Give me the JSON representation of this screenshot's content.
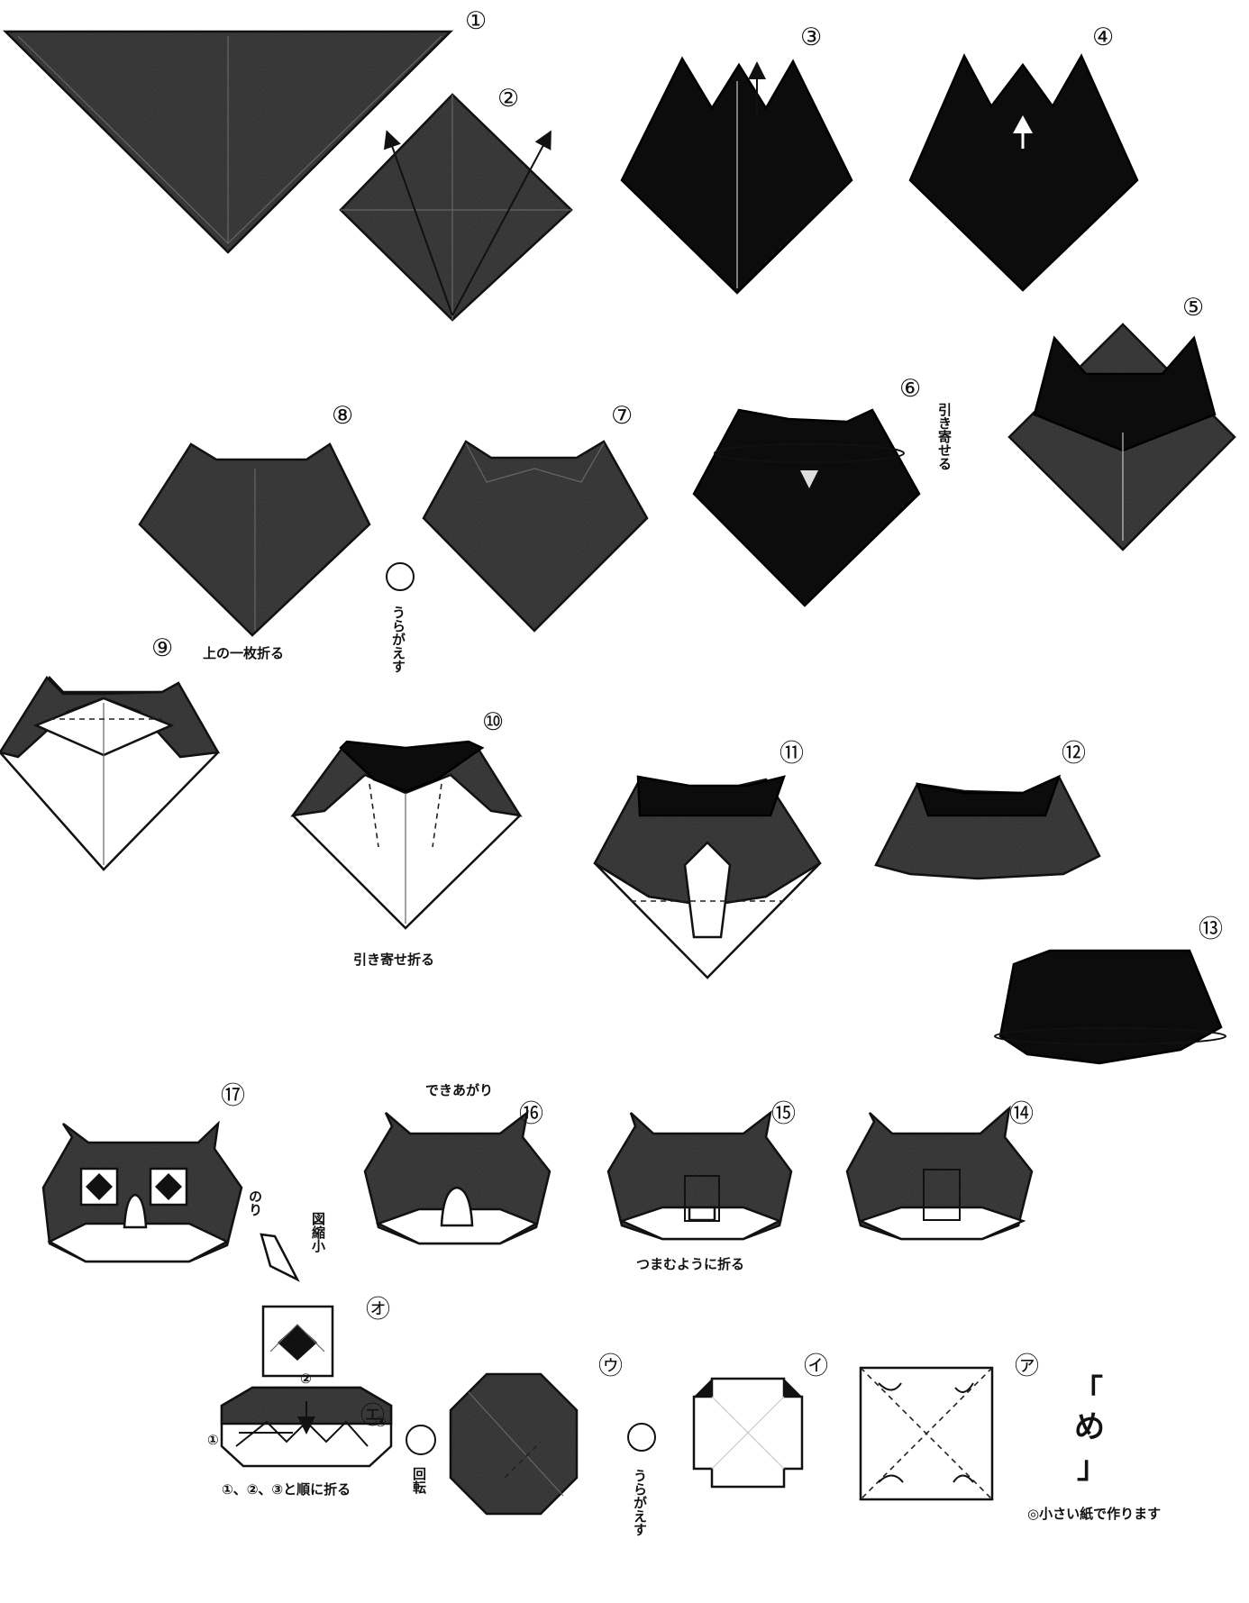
{
  "steps": {
    "1": "①",
    "2": "②",
    "3": "③",
    "4": "④",
    "5": "⑤",
    "6": "⑥",
    "7": "⑦",
    "8": "⑧",
    "9": "⑨",
    "10": "⑩",
    "11": "⑪",
    "12": "⑫",
    "13": "⑬",
    "14": "⑭",
    "15": "⑮",
    "16": "⑯",
    "17": "⑰"
  },
  "kana_steps": {
    "a": "㋐",
    "i": "㋑",
    "u": "㋒",
    "e": "㋓",
    "o": "㋔"
  },
  "instructions": {
    "pull_together": "引き寄せる",
    "fold_top_layer": "上の一枚折る",
    "turn_over": "うらがえす",
    "pull_together_fold": "引き寄せ折る",
    "finished": "できあがり",
    "pinch_fold": "つまむように折る",
    "glue": "のり",
    "reduced": "図縮小",
    "fold_in_order": "①、②、③と順に折る",
    "rotate": "回転",
    "turn_over_2": "うらがえす",
    "eye_title_open": "「",
    "eye_title": "め",
    "eye_title_close": "」",
    "small_paper_note": "◎小さい紙で作ります"
  },
  "markers": {
    "m1": "①",
    "m2": "②",
    "m3": "③"
  },
  "colors": {
    "paper_dark": "#1a1a1a",
    "paper_white": "#ffffff",
    "line": "#111111"
  }
}
